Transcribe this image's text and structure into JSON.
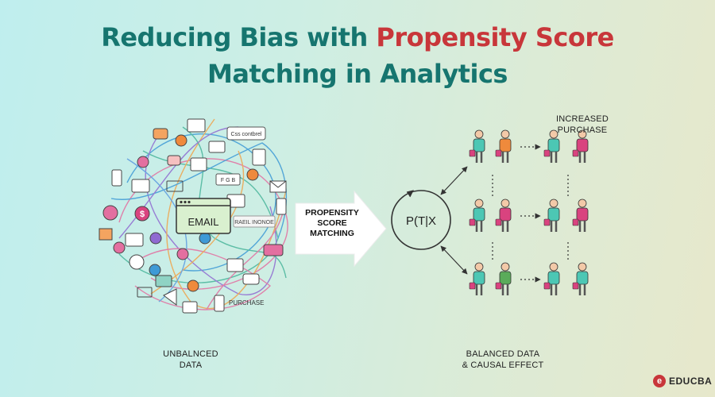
{
  "title": {
    "line1_pre": "Reducing Bias with ",
    "line1_accent": "Propensity Score",
    "line2": "Matching in Analytics"
  },
  "left": {
    "email_label": "EMAIL",
    "label_css_control": "Css contbrel",
    "label_fgb": "F G B",
    "label_email_invoice": "RAEIL INONOE",
    "label_purchase": "PURCHASE",
    "dollar_sign": "$",
    "caption_line1": "UNBALNCED",
    "caption_line2": "DATA"
  },
  "arrow": {
    "line1": "PROPENSITY",
    "line2": "SCORE",
    "line3": "MATCHING"
  },
  "circle_label": "P(T|X",
  "right": {
    "top_line1": "INCREASED",
    "top_line2": "PURCHASE",
    "caption_line1": "BALANCED DATA",
    "caption_line2": "& CAUSAL EFFECT"
  },
  "logo": {
    "mark": "e",
    "text": "EDUCBA"
  },
  "colors": {
    "title_teal": "#16756f",
    "title_red": "#c8363a",
    "person_teal": "#4cc7b4",
    "person_pink": "#d9437f",
    "person_orange": "#ef8a3c",
    "person_green": "#5aab5a"
  }
}
